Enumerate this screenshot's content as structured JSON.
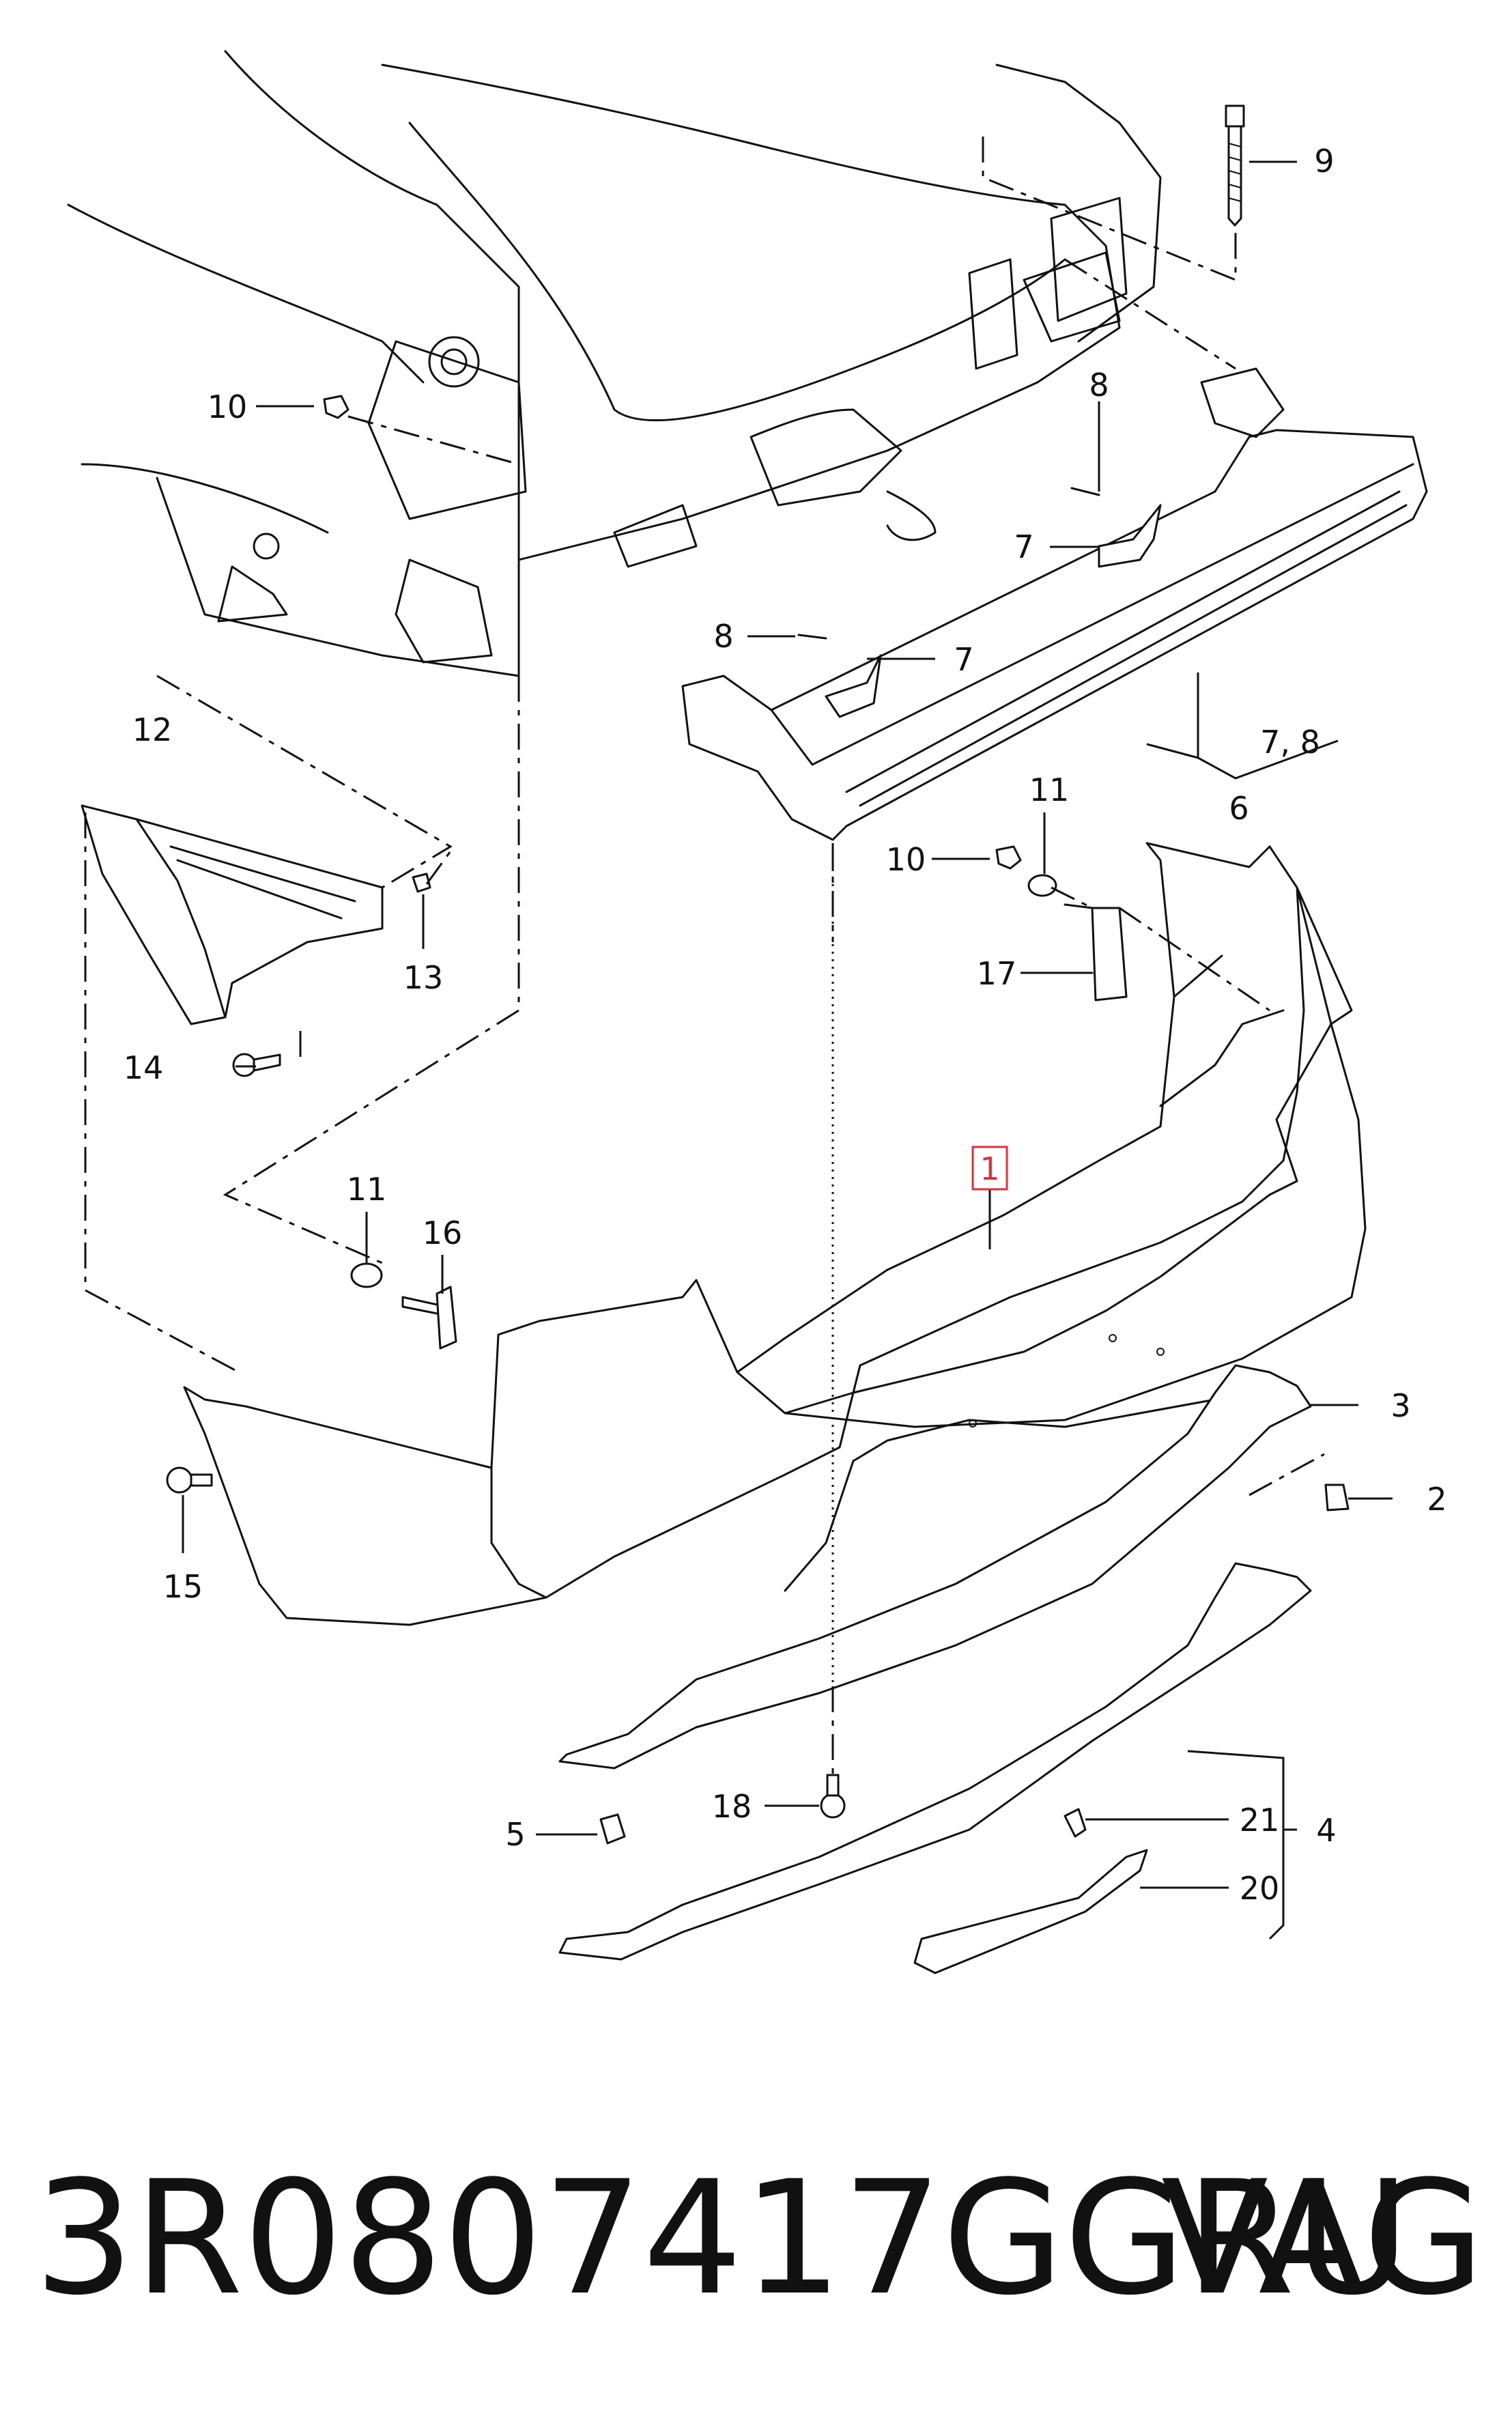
{
  "diagram": {
    "callouts": {
      "c1": "1",
      "c2": "2",
      "c3": "3",
      "c4": "4",
      "c5": "5",
      "c6": "6",
      "c7a": "7",
      "c7b": "7",
      "c78": "7, 8",
      "c8a": "8",
      "c8b": "8",
      "c9": "9",
      "c10a": "10",
      "c10b": "10",
      "c11a": "11",
      "c11b": "11",
      "c12": "12",
      "c13": "13",
      "c14": "14",
      "c15": "15",
      "c16": "16",
      "c17": "17",
      "c18": "18",
      "c20": "20",
      "c21": "21"
    },
    "highlight_color": "#e0303a"
  },
  "footer": {
    "part_number": "3R0807417GGRU",
    "brand": "VAG"
  }
}
